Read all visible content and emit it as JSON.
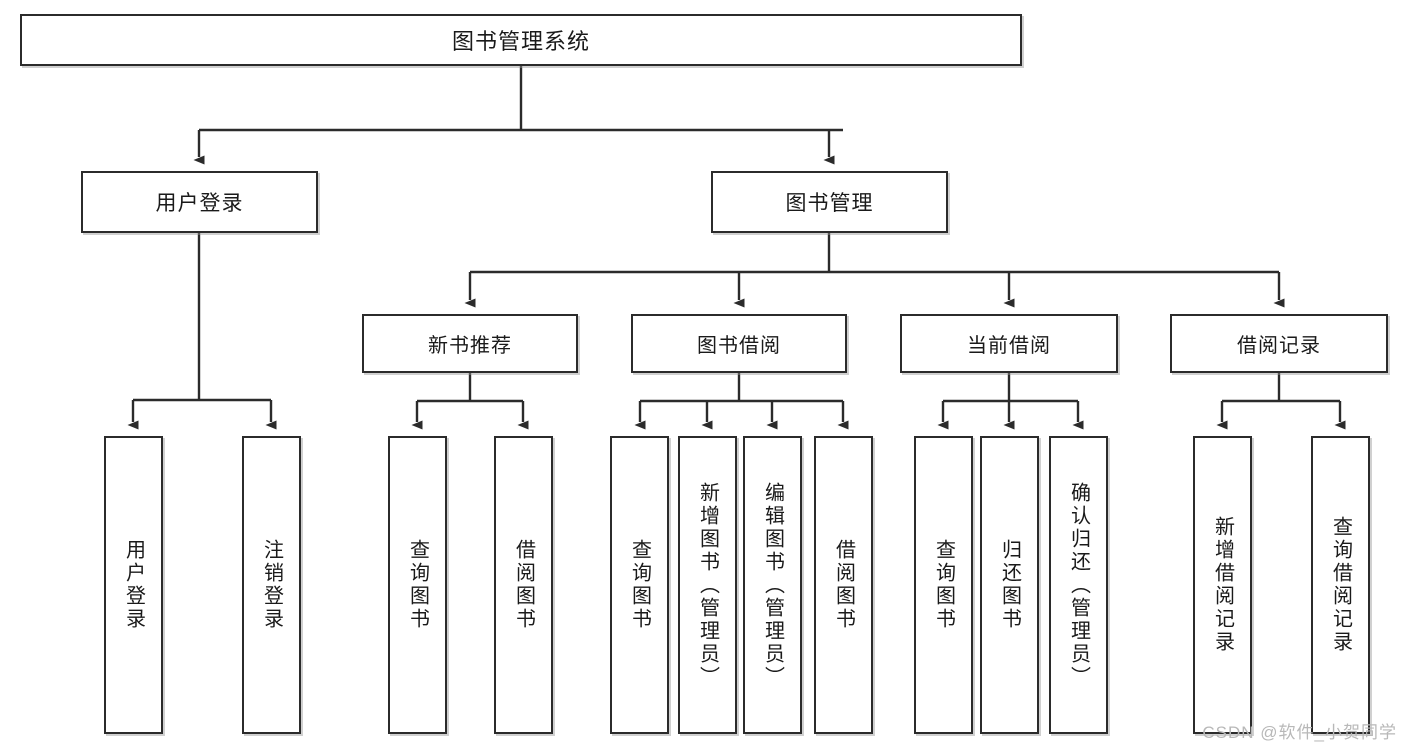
{
  "diagram": {
    "type": "tree",
    "title": "图书管理系统",
    "watermark": "CSDN @软件_小贺同学",
    "colors": {
      "box_border": "#2b2b2b",
      "box_fill": "#ffffff",
      "connector": "#2b2b2b",
      "text": "#1a1a1a",
      "watermark": "#b8b8b8"
    },
    "root": {
      "label": "图书管理系统"
    },
    "level2": [
      {
        "id": "user-login",
        "label": "用户登录"
      },
      {
        "id": "book-manage",
        "label": "图书管理"
      }
    ],
    "level3": [
      {
        "id": "new-book-recommend",
        "label": "新书推荐",
        "parent": "book-manage"
      },
      {
        "id": "book-borrow",
        "label": "图书借阅",
        "parent": "book-manage"
      },
      {
        "id": "current-borrow",
        "label": "当前借阅",
        "parent": "book-manage"
      },
      {
        "id": "borrow-record",
        "label": "借阅记录",
        "parent": "book-manage"
      }
    ],
    "leaves": [
      {
        "id": "leaf-user-login",
        "label": "用户登录",
        "parent": "user-login"
      },
      {
        "id": "leaf-user-logout",
        "label": "注销登录",
        "parent": "user-login"
      },
      {
        "id": "leaf-query-book-1",
        "label": "查询图书",
        "parent": "new-book-recommend"
      },
      {
        "id": "leaf-borrow-book-1",
        "label": "借阅图书",
        "parent": "new-book-recommend"
      },
      {
        "id": "leaf-query-book-2",
        "label": "查询图书",
        "parent": "book-borrow"
      },
      {
        "id": "leaf-add-book",
        "label": "新增图书（管理员）",
        "parent": "book-borrow"
      },
      {
        "id": "leaf-edit-book",
        "label": "编辑图书（管理员）",
        "parent": "book-borrow"
      },
      {
        "id": "leaf-borrow-book-2",
        "label": "借阅图书",
        "parent": "book-borrow"
      },
      {
        "id": "leaf-query-book-3",
        "label": "查询图书",
        "parent": "current-borrow"
      },
      {
        "id": "leaf-return-book",
        "label": "归还图书",
        "parent": "current-borrow"
      },
      {
        "id": "leaf-confirm-return",
        "label": "确认归还（管理员）",
        "parent": "current-borrow"
      },
      {
        "id": "leaf-add-record",
        "label": "新增借阅记录",
        "parent": "borrow-record"
      },
      {
        "id": "leaf-query-record",
        "label": "查询借阅记录",
        "parent": "borrow-record"
      }
    ]
  }
}
